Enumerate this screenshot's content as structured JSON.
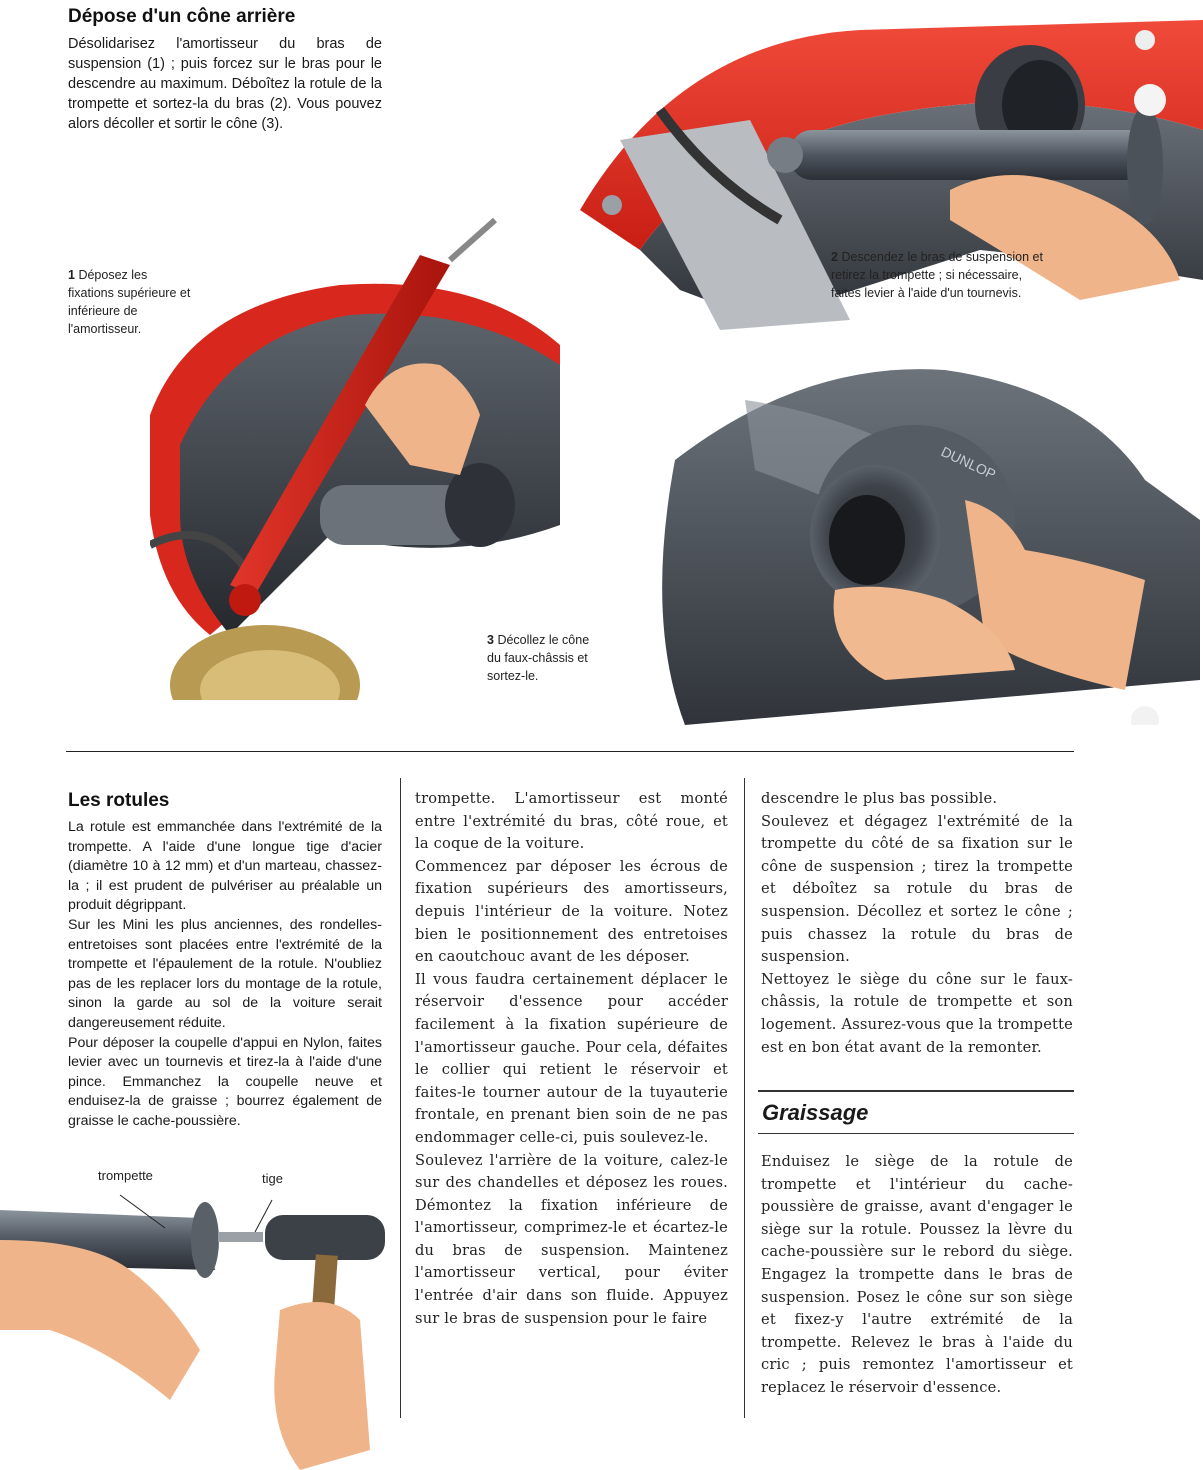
{
  "section_top": {
    "title": "Dépose d'un cône arrière",
    "intro": "Désolidarisez l'amortisseur du bras de suspension (1) ; puis forcez sur le bras pour le descendre au maximum. Déboîtez la rotule de la trompette et sortez-la du bras (2). Vous pouvez alors décoller et sortir le cône (3)."
  },
  "captions": {
    "c1_num": "1",
    "c1_text": "Déposez les fixations supérieure et inférieure de l'amortisseur.",
    "c2_num": "2",
    "c2_text": "Descendez le bras de suspension et retirez la trompette ; si nécessaire, faites levier à l'aide d'un tournevis.",
    "c3_num": "3",
    "c3_text": "Décollez le cône du faux-châssis et sortez-le."
  },
  "rotules": {
    "title": "Les rotules",
    "p1": "La rotule est emmanchée dans l'extrémité de la trompette. A l'aide d'une longue tige d'acier (diamètre 10 à 12 mm) et d'un marteau, chassez-la ; il est prudent de pulvériser au préalable un produit dégrippant.",
    "p2": "Sur les Mini les plus anciennes, des rondelles-entretoises sont placées entre l'extrémité de la trompette et l'épaulement de la rotule. N'oubliez pas de les replacer lors du montage de la rotule, sinon la garde au sol de la voiture serait dangereusement réduite.",
    "p3": "Pour déposer la coupelle d'appui en Nylon, faites levier avec un tournevis et tirez-la à l'aide d'une pince. Emmanchez la coupelle neuve et enduisez-la de graisse ; bourrez également de graisse le cache-poussière."
  },
  "tool_labels": {
    "trompette": "trompette",
    "tige": "tige"
  },
  "middle_col": {
    "p1": "trompette. L'amortisseur est monté entre l'extrémité du bras, côté roue, et la coque de la voiture.",
    "p2": "Commencez par déposer les écrous de fixation supérieurs des amortisseurs, depuis l'intérieur de la voiture. Notez bien le positionnement des entretoises en caoutchouc avant de les déposer.",
    "p3": "Il vous faudra certainement déplacer le réservoir d'essence pour accéder facilement à la fixation supérieure de l'amortisseur gauche. Pour cela, défaites le collier qui retient le réservoir et faites-le tourner autour de la tuyauterie frontale, en prenant bien soin de ne pas endommager celle-ci, puis soulevez-le.",
    "p4": "Soulevez l'arrière de la voiture, calez-le sur des chandelles et déposez les roues. Démontez la fixation inférieure de l'amortisseur, comprimez-le et écartez-le du bras de suspension. Maintenez l'amortisseur vertical, pour éviter l'entrée d'air dans son fluide. Appuyez sur le bras de suspension pour le faire"
  },
  "right_col": {
    "p1": "descendre le plus bas possible.",
    "p2": "Soulevez et dégagez l'extrémité de la trompette du côté de sa fixation sur le cône de suspension ; tirez la trompette et déboîtez sa rotule du bras de suspension. Décollez et sortez le cône ; puis chassez la rotule du bras de suspension.",
    "p3": "Nettoyez le siège du cône sur le faux-châssis, la rotule de trompette et son logement. Assurez-vous que la trompette est en bon état avant de la remonter."
  },
  "graissage": {
    "title": "Graissage",
    "p1": "Enduisez le siège de la rotule de trompette et l'intérieur du cache-poussière de graisse, avant d'engager le siège sur la rotule. Poussez la lèvre du cache-poussière sur le rebord du siège. Engagez la trompette dans le bras de suspension. Posez le cône sur son siège et fixez-y l'autre extrémité de la trompette. Relevez le bras à l'aide du cric ; puis remontez l'amortisseur et replacez le réservoir d'essence."
  },
  "colors": {
    "car_red": "#d8281e",
    "metal_dark": "#4a4f57",
    "skin": "#f0b98f"
  }
}
